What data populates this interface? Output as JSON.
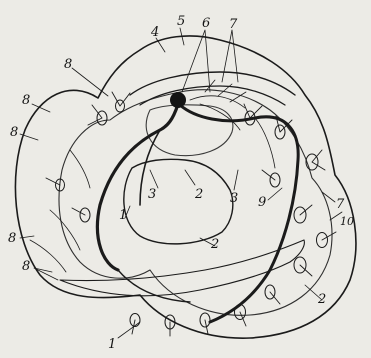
{
  "figure": {
    "paper_color": "#ecebe6",
    "ink_color": "#1b1b1b",
    "labels": {
      "l1a": "1",
      "l1b": "1",
      "l2a": "2",
      "l2b": "2",
      "l2c": "2",
      "l3a": "3",
      "l3b": "3",
      "l4": "4",
      "l5": "5",
      "l6": "6",
      "l7a": "7",
      "l7b": "7",
      "l8a": "8",
      "l8b": "8",
      "l8c": "8",
      "l8d": "8",
      "l8e": "8",
      "l9": "9",
      "l10": "10"
    }
  }
}
